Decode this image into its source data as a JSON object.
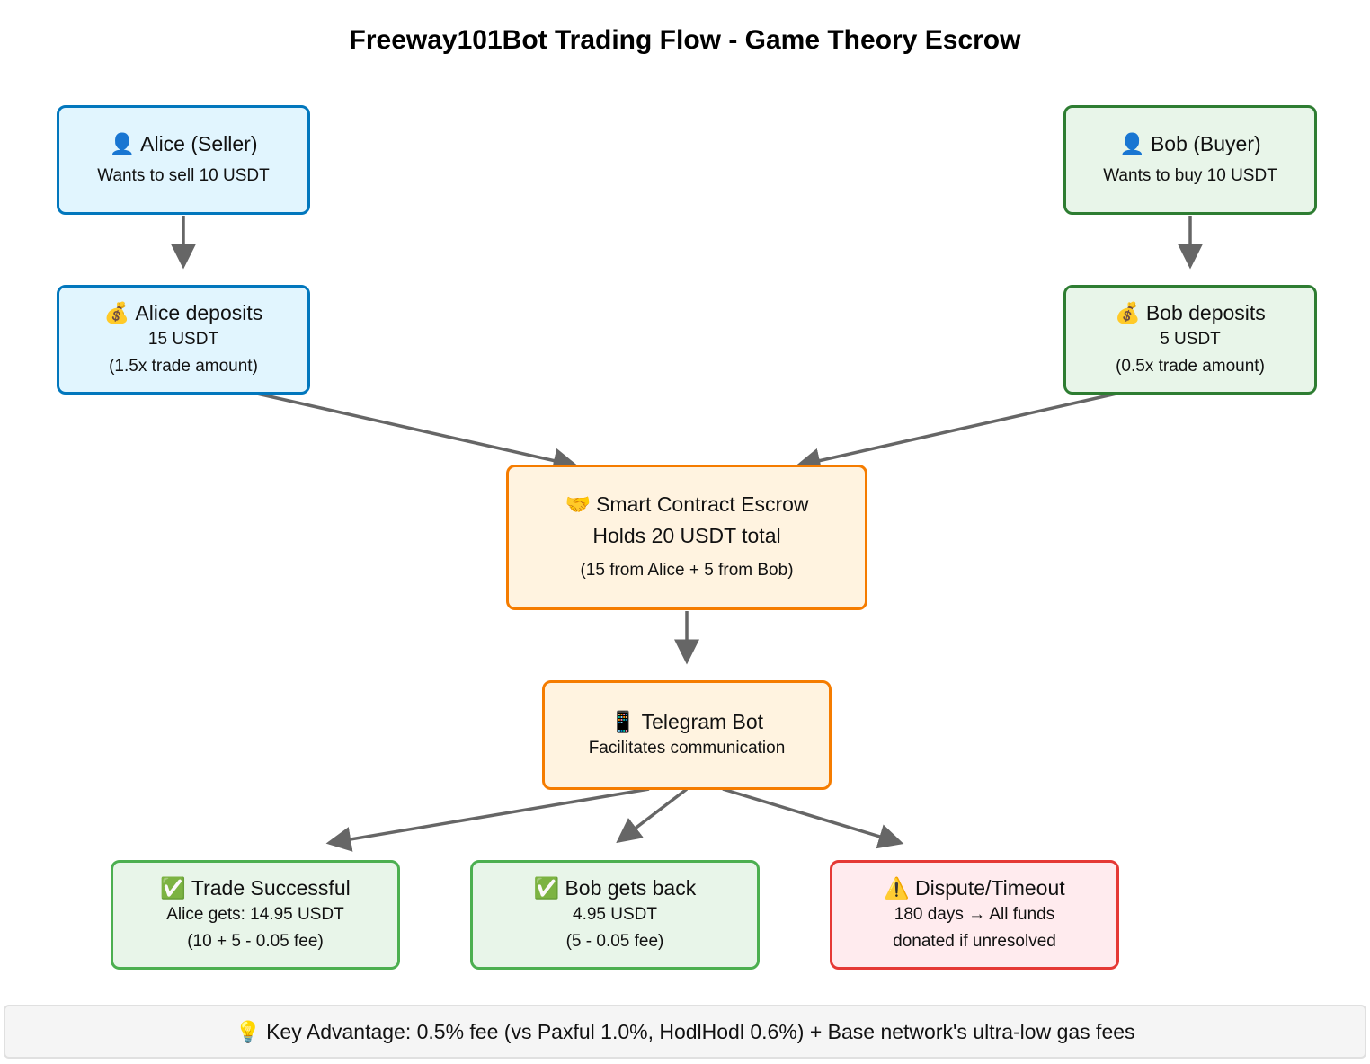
{
  "title": "Freeway101Bot Trading Flow - Game Theory Escrow",
  "nodes": {
    "alice_seller": {
      "icon": "👤",
      "heading": "Alice (Seller)",
      "line1": "Wants to sell 10 USDT"
    },
    "bob_buyer": {
      "icon": "👤",
      "heading": "Bob (Buyer)",
      "line1": "Wants to buy 10 USDT"
    },
    "alice_deposit": {
      "icon": "💰",
      "heading": "Alice deposits",
      "line1": "15 USDT",
      "line2": "(1.5x trade amount)"
    },
    "bob_deposit": {
      "icon": "💰",
      "heading": "Bob deposits",
      "line1": "5 USDT",
      "line2": "(0.5x trade amount)"
    },
    "escrow": {
      "icon": "🤝",
      "heading": "Smart Contract Escrow",
      "line1": "Holds 20 USDT total",
      "line2": "(15 from Alice + 5 from Bob)"
    },
    "telegram": {
      "icon": "📱",
      "heading": "Telegram Bot",
      "line1": "Facilitates communication"
    },
    "trade_success": {
      "icon": "✅",
      "heading": "Trade Successful",
      "line1": "Alice gets: 14.95 USDT",
      "line2": "(10 + 5 - 0.05 fee)"
    },
    "bob_back": {
      "icon": "✅",
      "heading": "Bob gets back",
      "line1": "4.95 USDT",
      "line2": "(5 - 0.05 fee)"
    },
    "dispute": {
      "icon": "⚠️",
      "heading": "Dispute/Timeout",
      "line1": "180 days → All funds",
      "line2": "donated if unresolved"
    }
  },
  "footer": {
    "icon": "💡",
    "text": "Key Advantage: 0.5% fee (vs Paxful 1.0%, HodlHodl 0.6%) + Base network's ultra-low gas fees"
  },
  "colors": {
    "blue_fill": "#e1f5fe",
    "blue_border": "#0277bd",
    "green_fill": "#e8f5e9",
    "green_border": "#2e7d32",
    "orange_fill": "#fff3e0",
    "orange_border": "#f57c00",
    "red_fill": "#ffebee",
    "red_border": "#e53935",
    "arrow": "#666666"
  }
}
